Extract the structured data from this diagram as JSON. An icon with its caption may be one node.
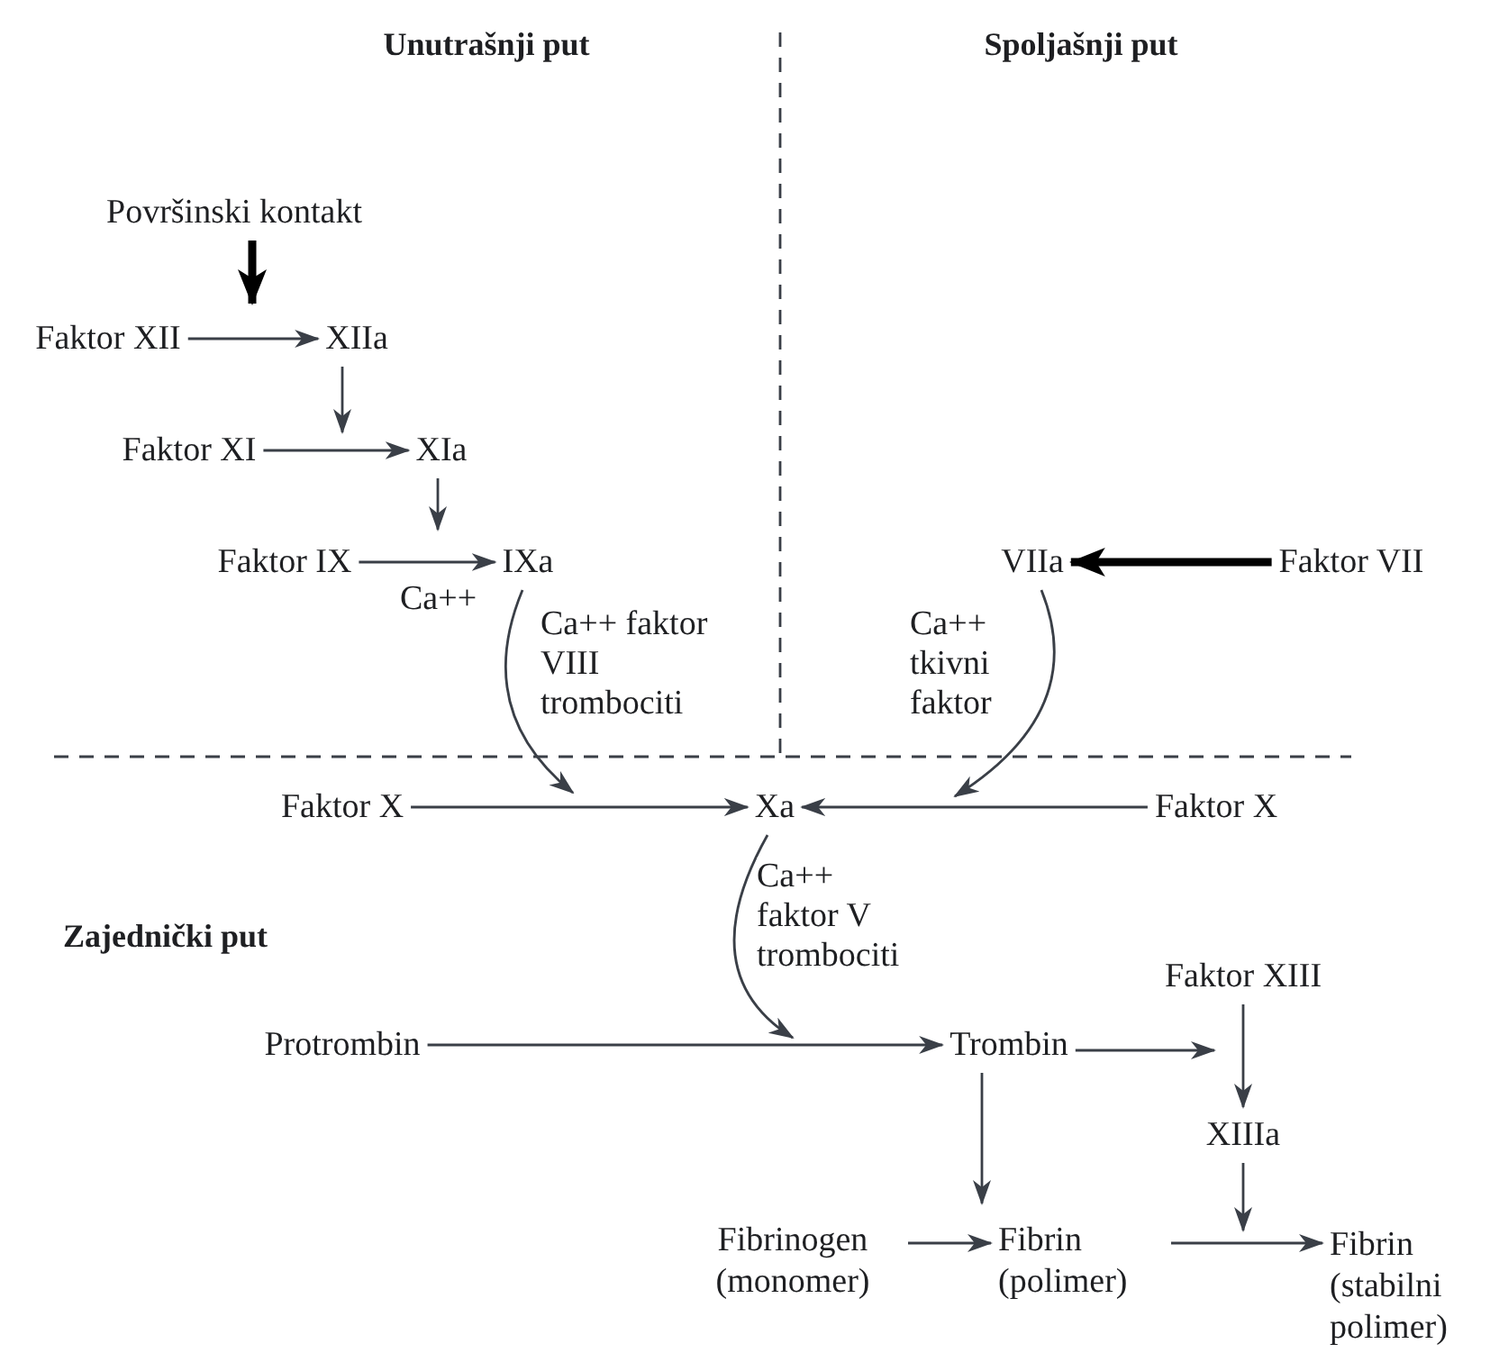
{
  "diagram": {
    "nodes": [
      {
        "text": [
          "Površinski kontakt"
        ]
      },
      {
        "text": [
          "Faktor XII"
        ]
      },
      {
        "text": [
          "XIIa"
        ]
      },
      {
        "text": [
          "Faktor XI"
        ]
      },
      {
        "text": [
          "XIa"
        ]
      },
      {
        "text": [
          "Faktor IX"
        ]
      },
      {
        "text": [
          "IXa"
        ]
      },
      {
        "text": [
          "VIIa"
        ]
      },
      {
        "text": [
          "Faktor VII"
        ]
      },
      {
        "text": [
          "Faktor X"
        ]
      },
      {
        "text": [
          "Xa"
        ]
      },
      {
        "text": [
          "Faktor X"
        ]
      },
      {
        "text": [
          "Protrombin"
        ]
      },
      {
        "text": [
          "Trombin"
        ]
      },
      {
        "text": [
          "Faktor XIII"
        ]
      },
      {
        "text": [
          "XIIIa"
        ]
      },
      {
        "text": [
          "Fibrinogen (monomer)"
        ]
      },
      {
        "text": [
          "Fibrin (polimer)"
        ]
      },
      {
        "text": [
          "Fibrin (stabilni polimer)"
        ]
      }
    ],
    "edges": [
      {
        "from": 0,
        "to": 2,
        "arrow": "to",
        "style": "thick"
      },
      {
        "from": 1,
        "to": 2,
        "arrow": "to"
      },
      {
        "from": 2,
        "to": null,
        "arrow": "to"
      },
      {
        "from": 3,
        "to": 4,
        "arrow": "to"
      },
      {
        "from": 4,
        "to": null,
        "arrow": "to"
      },
      {
        "from": 5,
        "to": 6,
        "arrow": "to",
        "label": "Ca++"
      },
      {
        "from": 6,
        "to": null,
        "arrow": "to",
        "label": "Ca++ faktor VIII trombociti"
      },
      {
        "from": 9,
        "to": 10,
        "arrow": "to"
      },
      {
        "from": 8,
        "to": 7,
        "arrow": "to",
        "style": "thick"
      },
      {
        "from": 7,
        "to": null,
        "arrow": "to",
        "label": "Ca++ tkivni faktor"
      },
      {
        "from": 11,
        "to": 10,
        "arrow": "to"
      },
      {
        "from": 10,
        "to": null,
        "arrow": "to",
        "label": "Ca++ faktor V trombociti"
      },
      {
        "from": 12,
        "to": 13,
        "arrow": "to"
      },
      {
        "from": 13,
        "to": 14,
        "arrow": "to"
      },
      {
        "from": 14,
        "to": 15,
        "arrow": "to"
      },
      {
        "from": 13,
        "to": 17,
        "arrow": "to"
      },
      {
        "from": 16,
        "to": 17,
        "arrow": "to"
      },
      {
        "from": 15,
        "to": null,
        "arrow": "to"
      },
      {
        "from": 17,
        "to": 18,
        "arrow": "to"
      }
    ],
    "labels": [
      "Unutrašnji put",
      "Spoljašnji put",
      "Zajednički put"
    ]
  }
}
